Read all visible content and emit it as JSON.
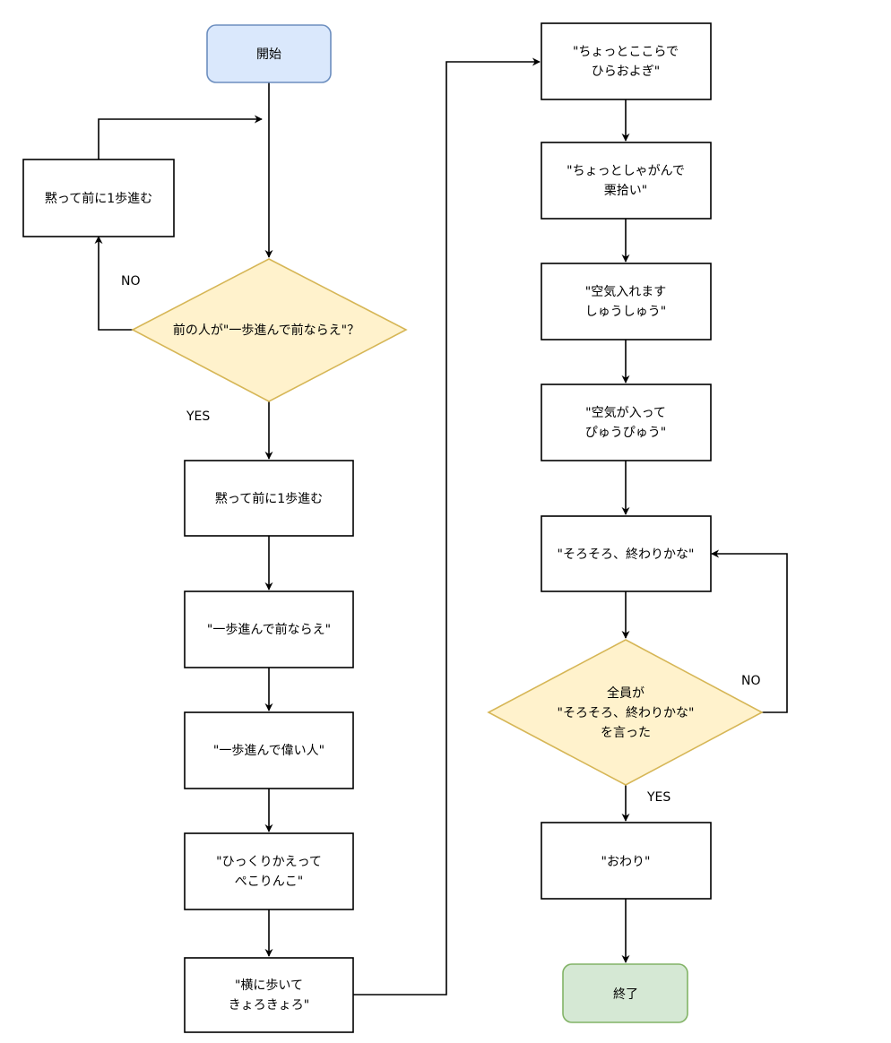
{
  "diagram": {
    "nodes": {
      "start": {
        "lines": [
          "開始"
        ],
        "fill": "#dae8fc",
        "stroke": "#6c8ebf"
      },
      "side_step": {
        "lines": [
          "黙って前に1歩進む"
        ]
      },
      "decision1": {
        "lines": [
          "前の人が\"一歩進んで前ならえ\"？"
        ],
        "fill": "#fff2cc",
        "stroke": "#d6b656"
      },
      "step1": {
        "lines": [
          "黙って前に1歩進む"
        ]
      },
      "step2": {
        "lines": [
          "\"一歩進んで前ならえ\""
        ]
      },
      "step3": {
        "lines": [
          "\"一歩進んで偉い人\""
        ]
      },
      "step4": {
        "lines": [
          "\"ひっくりかえって",
          "ぺこりんこ\""
        ]
      },
      "step5": {
        "lines": [
          "\"横に歩いて",
          "きょろきょろ\""
        ]
      },
      "step6": {
        "lines": [
          "\"ちょっとここらで",
          "ひらおよぎ\""
        ]
      },
      "step7": {
        "lines": [
          "\"ちょっとしゃがんで",
          "栗拾い\""
        ]
      },
      "step8": {
        "lines": [
          "\"空気入れます",
          "しゅうしゅう\""
        ]
      },
      "step9": {
        "lines": [
          "\"空気が入って",
          "ぴゅうぴゅう\""
        ]
      },
      "step10": {
        "lines": [
          "\"そろそろ、終わりかな\""
        ]
      },
      "decision2": {
        "lines": [
          "全員が",
          "\"そろそろ、終わりかな\"",
          "を言った"
        ],
        "fill": "#fff2cc",
        "stroke": "#d6b656"
      },
      "step11": {
        "lines": [
          "\"おわり\""
        ]
      },
      "end": {
        "lines": [
          "終了"
        ],
        "fill": "#d5e8d4",
        "stroke": "#82b366"
      }
    },
    "edge_labels": {
      "no1": "NO",
      "yes1": "YES",
      "no2": "NO",
      "yes2": "YES"
    }
  }
}
